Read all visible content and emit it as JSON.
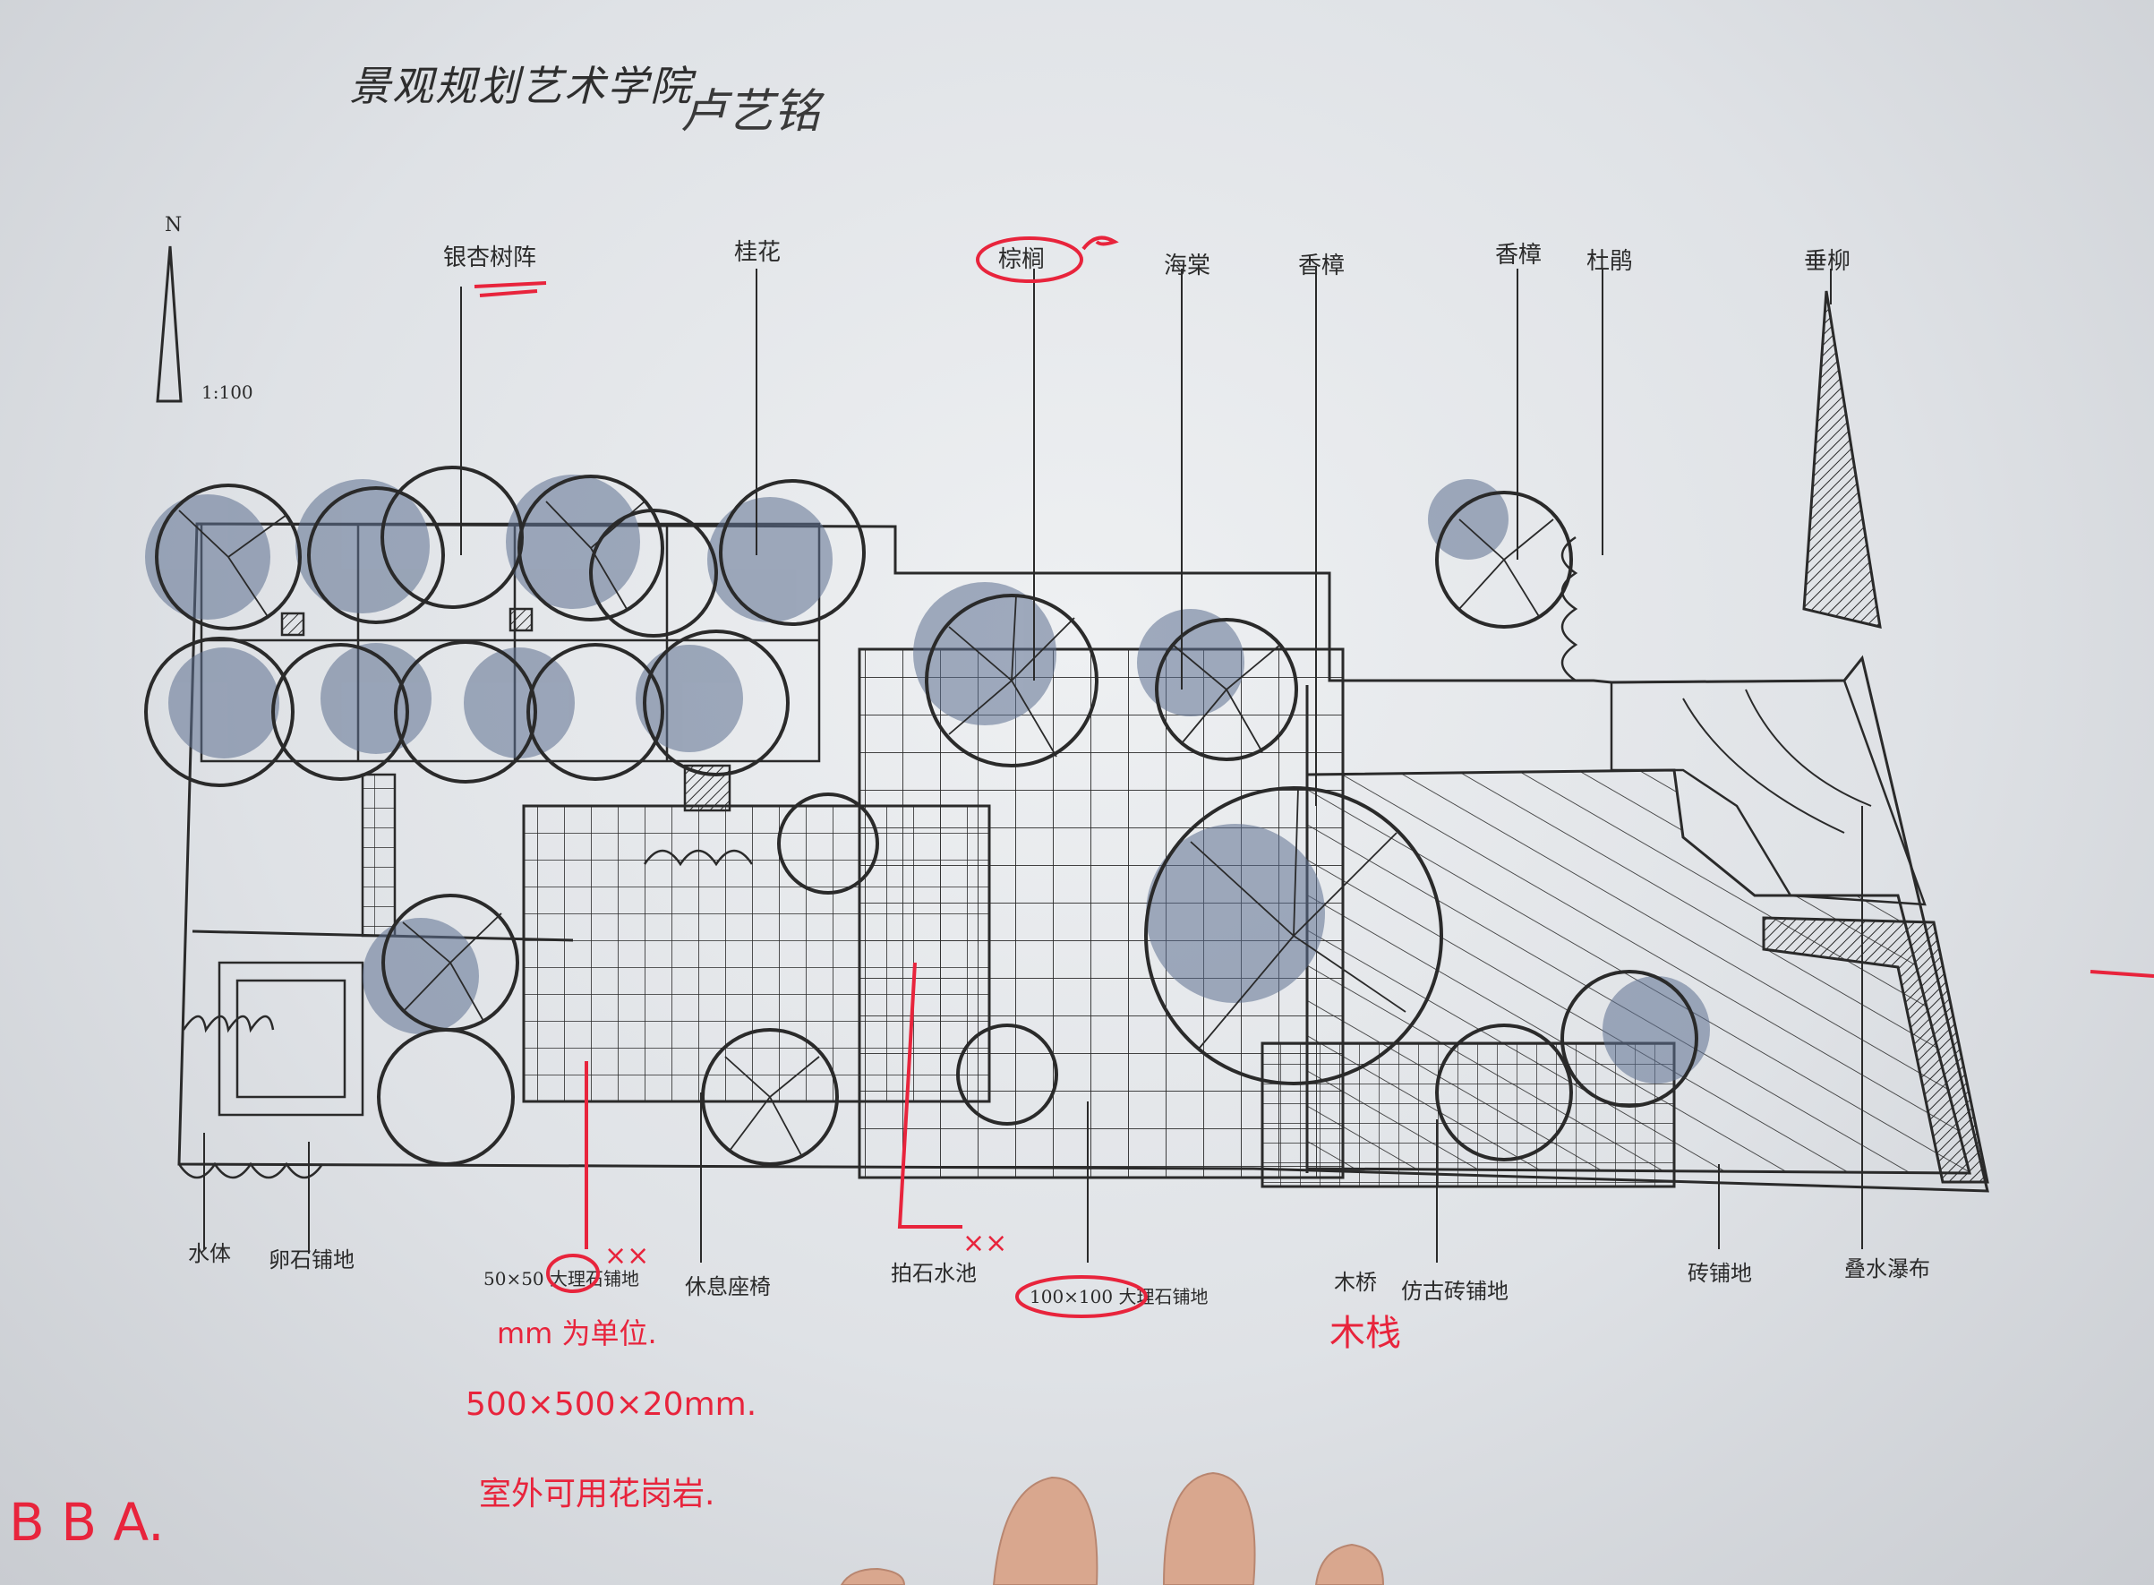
{
  "doc": {
    "title": "景观规划艺术学院",
    "author": "卢艺铭",
    "north": "N",
    "scale": "1:100"
  },
  "top_labels": [
    {
      "key": "lbl-1",
      "text": "银杏树阵"
    },
    {
      "key": "lbl-2",
      "text": "桂花"
    },
    {
      "key": "lbl-3",
      "text": "棕榈"
    },
    {
      "key": "lbl-4",
      "text": "海棠"
    },
    {
      "key": "lbl-5",
      "text": "香樟"
    },
    {
      "key": "lbl-6",
      "text": "香樟"
    },
    {
      "key": "lbl-7",
      "text": "杜鹃"
    },
    {
      "key": "lbl-8",
      "text": "垂柳"
    }
  ],
  "bottom_labels": [
    {
      "key": "b-1",
      "text": "水体"
    },
    {
      "key": "b-2",
      "text": "卵石铺地"
    },
    {
      "key": "b-3",
      "text": "50×50 大理石铺地"
    },
    {
      "key": "b-4",
      "text": "休息座椅"
    },
    {
      "key": "b-5",
      "text": "拍石水池"
    },
    {
      "key": "b-6",
      "text": "100×100 大理石铺地"
    },
    {
      "key": "b-7",
      "text": "木桥"
    },
    {
      "key": "b-8",
      "text": "仿古砖铺地"
    },
    {
      "key": "b-9",
      "text": "砖铺地"
    },
    {
      "key": "b-10",
      "text": "叠水瀑布"
    }
  ],
  "annotations": {
    "cross_1": "××",
    "cross_2": "××",
    "bridge_fix": "木栈",
    "note_1": "mm 为单位.",
    "note_2": "500×500×20mm.",
    "note_3": "室外可用花岗岩.",
    "grade": "B B A."
  },
  "colors": {
    "ink": "#2a2a2a",
    "shadow": "#5d6f8f",
    "red": "#e8243c",
    "paper": "#e6e8eb"
  }
}
